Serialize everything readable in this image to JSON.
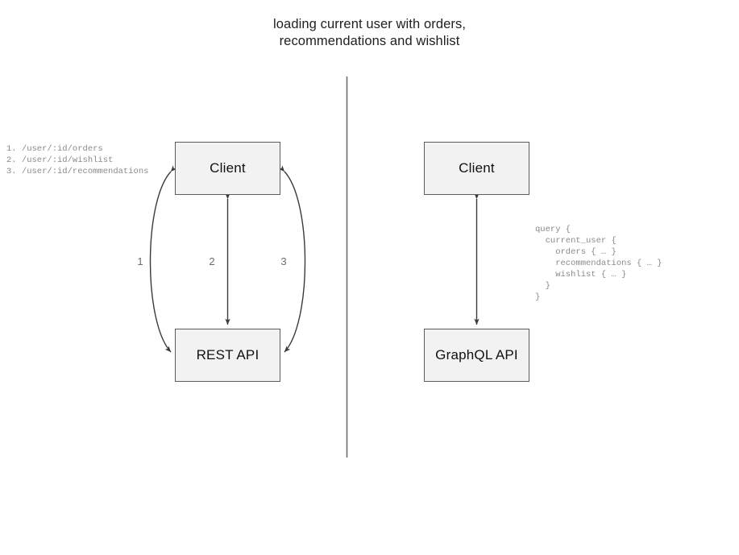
{
  "diagram": {
    "title": "loading current user with orders,\nrecommendations and wishlist",
    "divider": {
      "name": "vertical-divider",
      "color": "#6e6e6e"
    },
    "colors": {
      "node_fill": "#f2f2f2",
      "node_border": "#5c5c5c",
      "edge": "#3a3a3a",
      "code_text": "#8a8a8a",
      "label_text": "#6b6b6b",
      "title_text": "#1f1f1f",
      "background": "#ffffff"
    },
    "left_panel": {
      "name": "rest-panel",
      "nodes": [
        {
          "id": "client-rest",
          "label": "Client"
        },
        {
          "id": "rest-api",
          "label": "REST API"
        }
      ],
      "edges": [
        {
          "id": "edge-1",
          "label": "1",
          "style": "curved-left",
          "arrow": "bidirectional"
        },
        {
          "id": "edge-2",
          "label": "2",
          "style": "straight",
          "arrow": "bidirectional"
        },
        {
          "id": "edge-3",
          "label": "3",
          "style": "curved-right",
          "arrow": "bidirectional"
        }
      ],
      "endpoints_caption": "1. /user/:id/orders\n2. /user/:id/wishlist\n3. /user/:id/recommendations"
    },
    "right_panel": {
      "name": "graphql-panel",
      "nodes": [
        {
          "id": "client-graphql",
          "label": "Client"
        },
        {
          "id": "graphql-api",
          "label": "GraphQL API"
        }
      ],
      "edges": [
        {
          "id": "edge-gql",
          "label": "",
          "style": "straight",
          "arrow": "bidirectional"
        }
      ],
      "query_caption": "query {\n  current_user {\n    orders { … }\n    recommendations { … }\n    wishlist { … }\n  }\n}"
    }
  }
}
